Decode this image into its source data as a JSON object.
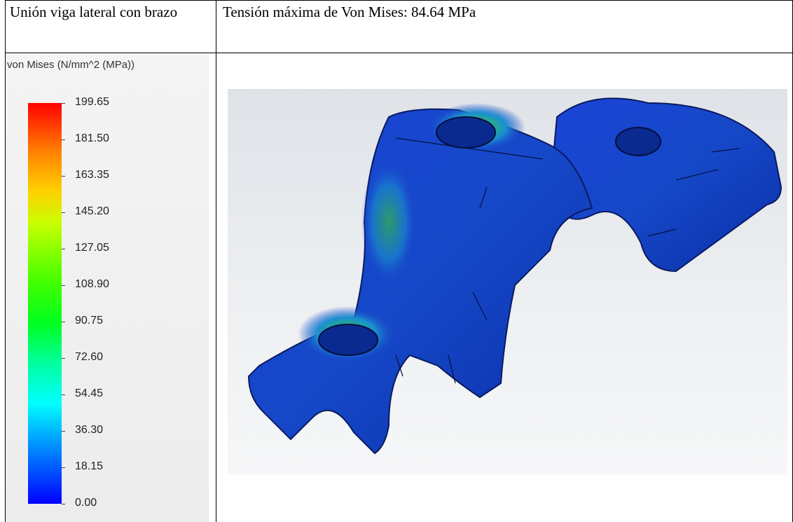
{
  "header": {
    "left_text": "Unión viga lateral con brazo",
    "right_text": "Tensión máxima de Von Mises: 84.64 MPa"
  },
  "legend": {
    "title": "von Mises (N/mm^2 (MPa))",
    "ticks": [
      "199.65",
      "181.50",
      "163.35",
      "145.20",
      "127.05",
      "108.90",
      "90.75",
      "72.60",
      "54.45",
      "36.30",
      "18.15",
      "0.00"
    ],
    "colors": {
      "max": "#ff0000",
      "min": "#0000ff"
    }
  },
  "model": {
    "icon": "stress-plot-bracket-model"
  }
}
